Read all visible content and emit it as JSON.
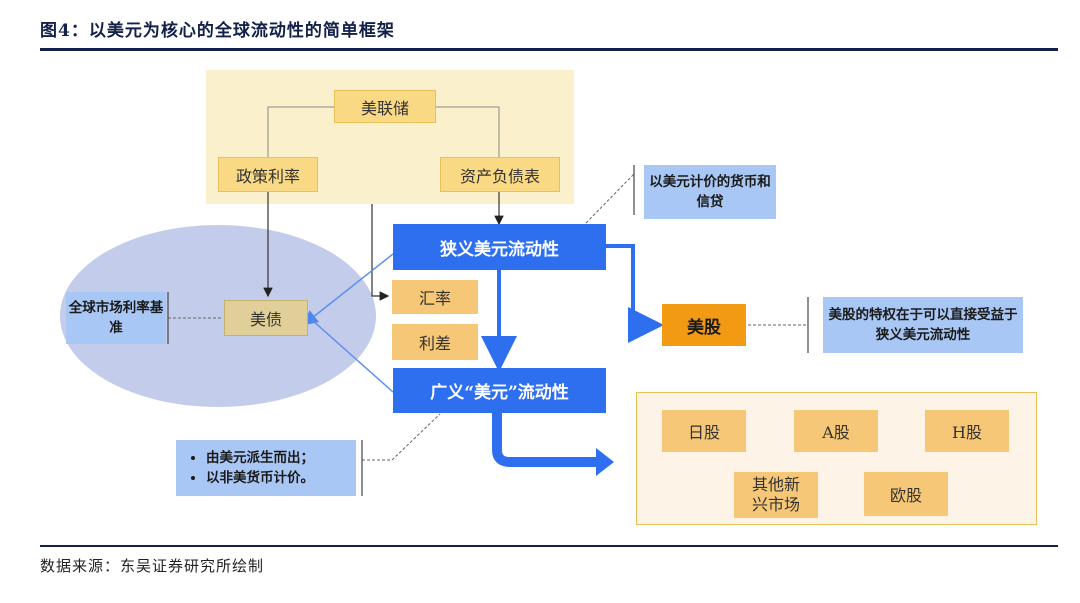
{
  "figure": {
    "title": "图4：以美元为核心的全球流动性的简单框架",
    "source": "数据来源：东吴证券研究所绘制"
  },
  "nodes": {
    "fed": "美联储",
    "policy_rate": "政策利率",
    "balance_sheet": "资产负债表",
    "narrow_liquidity": "狭义美元流动性",
    "broad_liquidity": "广义“美元”流动性",
    "treasury": "美债",
    "fx_rate": "汇率",
    "rate_spread": "利差",
    "us_stocks": "美股",
    "japan_stocks": "日股",
    "a_shares": "A股",
    "h_shares": "H股",
    "em_stocks": "其他新兴市场",
    "euro_stocks": "欧股"
  },
  "notes": {
    "usd_priced": "以美元计价的货币和信贷",
    "global_benchmark": "全球市场利率基准",
    "us_stock_privilege": "美股的特权在于可以直接受益于狭义美元流动性",
    "broad_bullets": [
      "由美元派生而出；",
      "以非美货币计价。"
    ]
  },
  "colors": {
    "title_navy": "#12204a",
    "panel_yellow": "#fbf0cc",
    "box_gold": "#f9d983",
    "liquidity_blue": "#2e6ff0",
    "note_blue": "#a9c7f5",
    "ellipse_blue": "#c3cceb",
    "us_stock_orange": "#f39a14"
  }
}
